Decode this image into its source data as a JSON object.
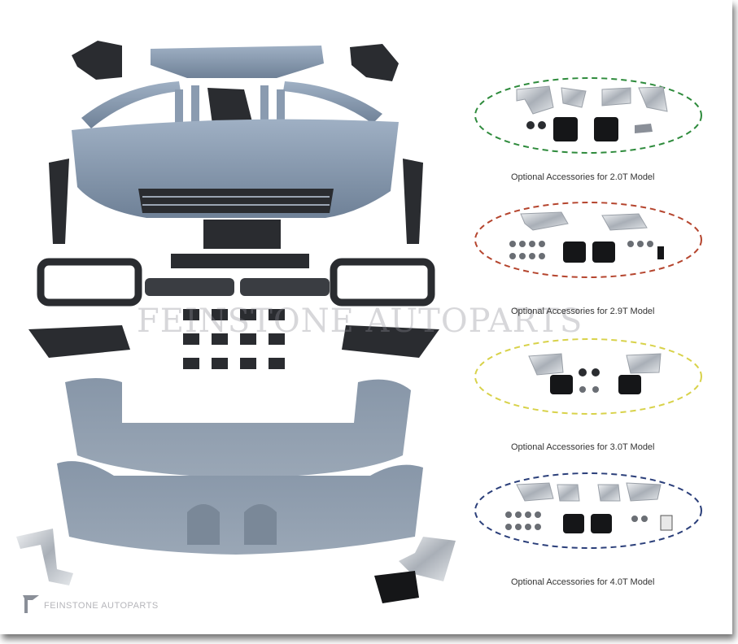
{
  "watermark": "FEINSTONE AUTOPARTS",
  "brand": {
    "logo_icon": "feinstone-logo-icon",
    "text": "FEINSTONE AUTOPARTS"
  },
  "options": [
    {
      "caption": "Optional Accessories for 2.0T Model",
      "ring_color": "#2e8b3c"
    },
    {
      "caption": "Optional Accessories for 2.9T Model",
      "ring_color": "#b5452e"
    },
    {
      "caption": "Optional Accessories for 3.0T Model",
      "ring_color": "#d8d24a"
    },
    {
      "caption": "Optional Accessories for 4.0T Model",
      "ring_color": "#2b3f7a"
    }
  ],
  "colors": {
    "primer_blue": "#8a9bb0",
    "black_trim": "#2a2c30",
    "chrome": "#c8ccd2"
  }
}
